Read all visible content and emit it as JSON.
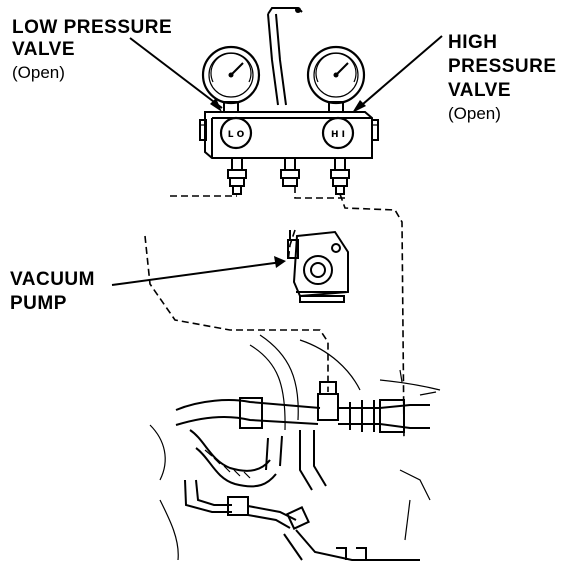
{
  "labels": {
    "low_pressure_title_line1": "LOW PRESSURE",
    "low_pressure_title_line2": "VALVE",
    "low_pressure_state": "(Open)",
    "high_pressure_title_line1": "HIGH",
    "high_pressure_title_line2": "PRESSURE",
    "high_pressure_title_line3": "VALVE",
    "high_pressure_state": "(Open)",
    "vacuum_pump_line1": "VACUUM",
    "vacuum_pump_line2": "PUMP"
  },
  "gauges": {
    "low_knob": "L O",
    "high_knob": "H I"
  }
}
